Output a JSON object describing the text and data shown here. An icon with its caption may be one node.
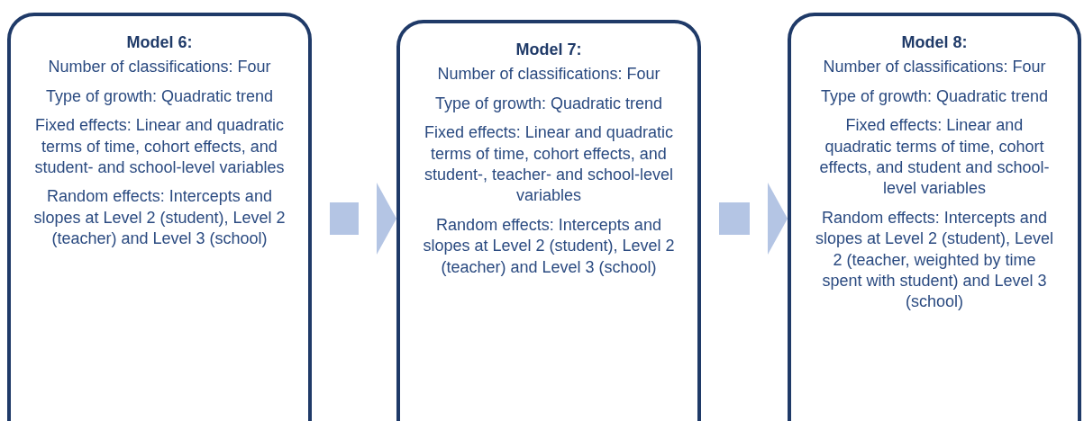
{
  "diagram": {
    "nodes": [
      {
        "text": [
          "Model 6:",
          "Number of classifications: Four",
          "Type of growth: Quadratic trend",
          "Fixed effects: Linear and quadratic terms of time, cohort effects, and student- and school-level variables",
          "Random effects: Intercepts and slopes at Level 2 (student), Level 2 (teacher) and Level 3 (school)"
        ]
      },
      {
        "text": [
          "Model 7:",
          "Number of classifications: Four",
          "Type of growth: Quadratic trend",
          "Fixed effects: Linear and quadratic terms of time, cohort effects, and student-, teacher- and school-level variables",
          "Random effects: Intercepts and slopes at Level 2 (student), Level 2 (teacher) and Level 3 (school)"
        ]
      },
      {
        "text": [
          "Model 8:",
          "Number of classifications: Four",
          "Type of growth: Quadratic trend",
          "Fixed effects: Linear and quadratic terms of time, cohort effects, and student and school-level variables",
          "Random effects: Intercepts and slopes at Level 2 (student), Level 2 (teacher, weighted by time spent with student) and Level 3 (school)"
        ]
      }
    ],
    "edges": [
      {
        "from": 0,
        "to": 1,
        "arrow": "to"
      },
      {
        "from": 1,
        "to": 2,
        "arrow": "to"
      }
    ]
  }
}
